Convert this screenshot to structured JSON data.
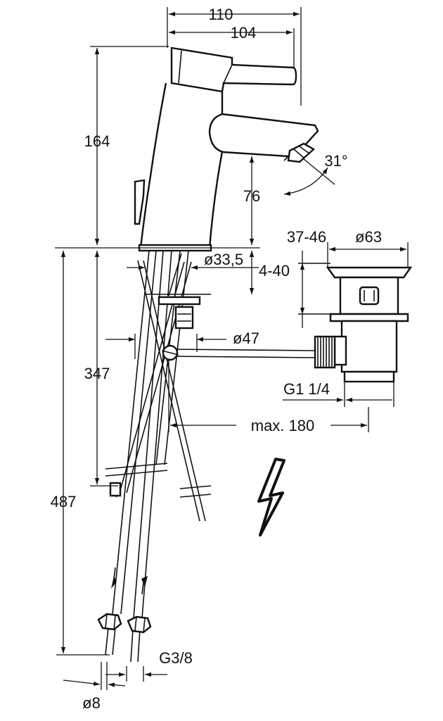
{
  "dimensions": {
    "width_110": "110",
    "width_104": "104",
    "height_164": "164",
    "angle_31": "31°",
    "spout_76": "76",
    "tail_dia": "ø33,5",
    "clamp_range": "4-40",
    "plug_range": "37-46",
    "waste_dia": "ø63",
    "rod_dia": "ø47",
    "waste_thread": "G1 1/4",
    "rod_max": "max. 180",
    "height_347": "347",
    "height_487": "487",
    "hose_thread": "G3/8",
    "hose_dia": "ø8"
  },
  "icons": {
    "caution": "lightning-bolt-icon"
  }
}
